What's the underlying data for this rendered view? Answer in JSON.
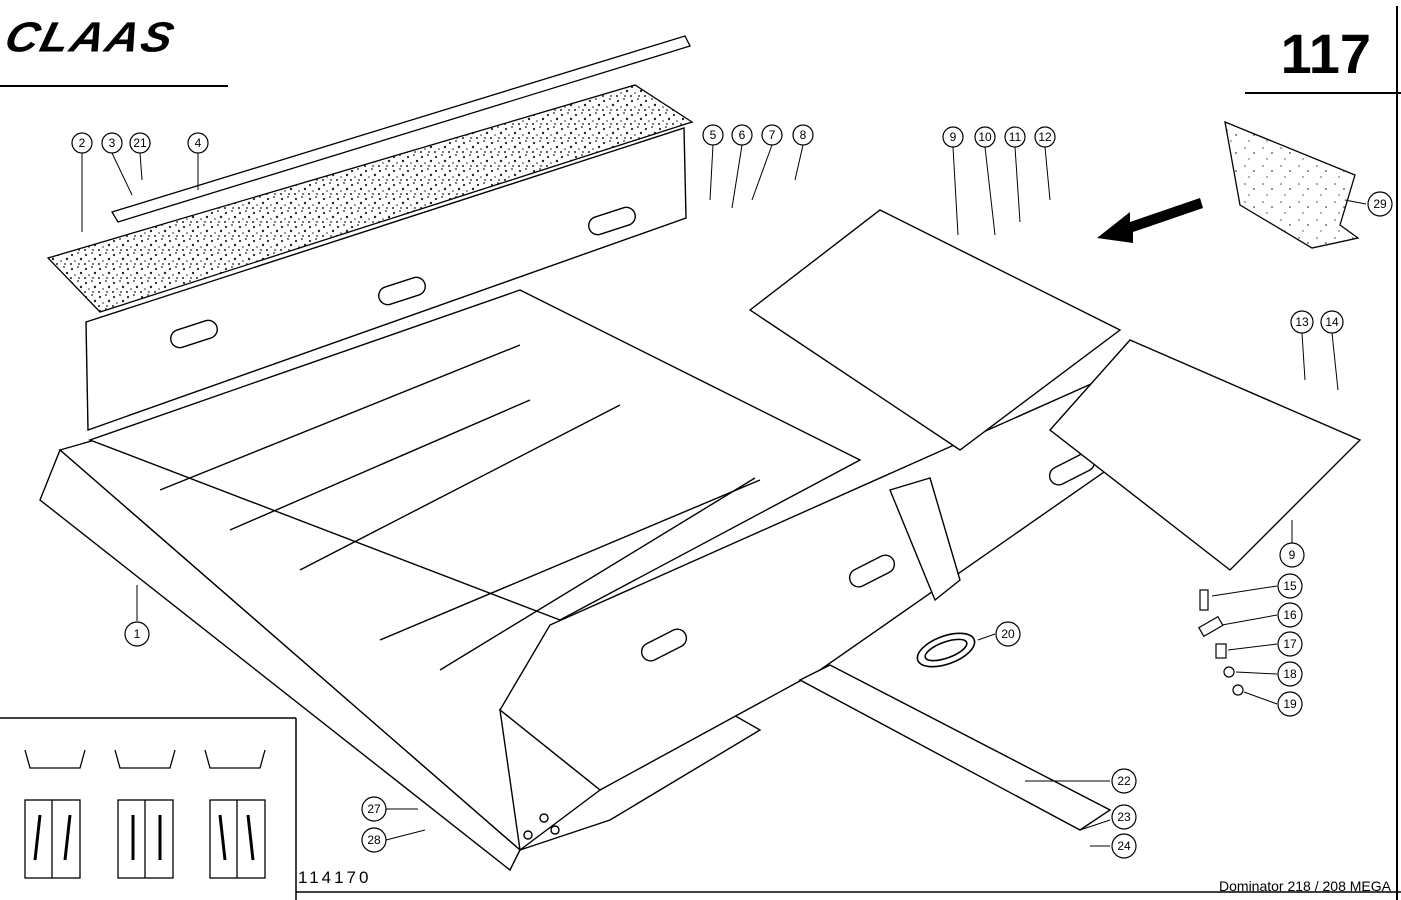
{
  "header": {
    "brand": "CLAAS",
    "page_number": "117"
  },
  "footer": {
    "drawing_number": "114170",
    "model": "Dominator 218 / 208 MEGA"
  },
  "callouts": [
    {
      "id": "c-2",
      "label": "2"
    },
    {
      "id": "c-3",
      "label": "3"
    },
    {
      "id": "c-21",
      "label": "21"
    },
    {
      "id": "c-4",
      "label": "4"
    },
    {
      "id": "c-5",
      "label": "5"
    },
    {
      "id": "c-6",
      "label": "6"
    },
    {
      "id": "c-7",
      "label": "7"
    },
    {
      "id": "c-8",
      "label": "8"
    },
    {
      "id": "c-9a",
      "label": "9"
    },
    {
      "id": "c-10",
      "label": "10"
    },
    {
      "id": "c-11",
      "label": "11"
    },
    {
      "id": "c-12",
      "label": "12"
    },
    {
      "id": "c-29",
      "label": "29"
    },
    {
      "id": "c-13",
      "label": "13"
    },
    {
      "id": "c-14",
      "label": "14"
    },
    {
      "id": "c-9b",
      "label": "9"
    },
    {
      "id": "c-15",
      "label": "15"
    },
    {
      "id": "c-16",
      "label": "16"
    },
    {
      "id": "c-17",
      "label": "17"
    },
    {
      "id": "c-18",
      "label": "18"
    },
    {
      "id": "c-19",
      "label": "19"
    },
    {
      "id": "c-20",
      "label": "20"
    },
    {
      "id": "c-1",
      "label": "1"
    },
    {
      "id": "c-22",
      "label": "22"
    },
    {
      "id": "c-23",
      "label": "23"
    },
    {
      "id": "c-24",
      "label": "24"
    },
    {
      "id": "c-27",
      "label": "27"
    },
    {
      "id": "c-28",
      "label": "28"
    }
  ]
}
